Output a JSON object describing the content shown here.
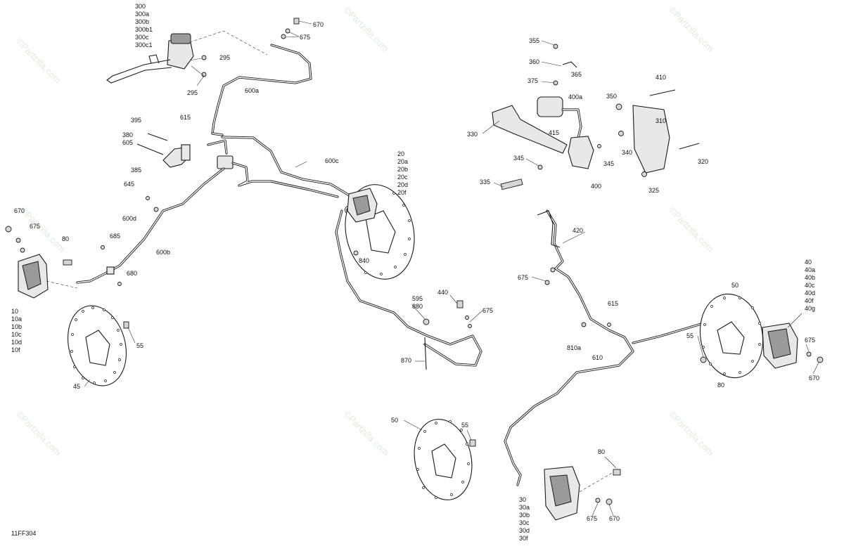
{
  "diagram": {
    "figure_id": "11FF304",
    "watermark": "©Partzilla.com",
    "callouts": {
      "master_cylinder": [
        "300",
        "300a",
        "300b",
        "300b1",
        "300c",
        "300c1"
      ],
      "c295_top": "295",
      "c295_bottom": "295",
      "c670_top": "670",
      "c675_top": "675",
      "c600a": "600a",
      "c615_top": "615",
      "c395": "395",
      "c380": "380",
      "c605": "605",
      "c385": "385",
      "c600c": "600c",
      "caliper_20": [
        "20",
        "20a",
        "20b",
        "20c",
        "20d",
        "20f"
      ],
      "c645": "645",
      "c600d": "600d",
      "c670_left": "670",
      "c675_left": "675",
      "c685": "685",
      "c80_left": "80",
      "c600b": "600b",
      "c680": "680",
      "caliper_10": [
        "10",
        "10a",
        "10b",
        "10c",
        "10d",
        "10f"
      ],
      "c840": "840",
      "c55_left": "55",
      "c45": "45",
      "c595": "595",
      "c880": "880",
      "c440": "440",
      "c675_mid": "675",
      "c870": "870",
      "c355": "355",
      "c360": "360",
      "c365": "365",
      "c375": "375",
      "c400a": "400a",
      "c350": "350",
      "c410": "410",
      "c330": "330",
      "c415": "415",
      "c310": "310",
      "c340": "340",
      "c345_left": "345",
      "c345_right": "345",
      "c320": "320",
      "c335": "335",
      "c400": "400",
      "c325": "325",
      "c420": "420",
      "caliper_40": [
        "40",
        "40a",
        "40b",
        "40c",
        "40d",
        "40f",
        "40g"
      ],
      "c675_right_upper": "675",
      "c50_right": "50",
      "c615_right": "615",
      "c810a": "810a",
      "c610": "610",
      "c55_right": "55",
      "c675_right": "675",
      "c80_right": "80",
      "c670_right": "670",
      "c50_bottom": "50",
      "c55_bottom": "55",
      "c80_bottom": "80",
      "caliper_30": [
        "30",
        "30a",
        "30b",
        "30c",
        "30d",
        "30f"
      ],
      "c675_bottom": "675",
      "c670_bottom": "670"
    }
  }
}
